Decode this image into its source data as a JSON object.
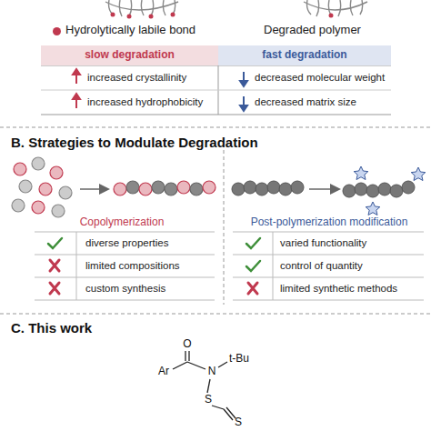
{
  "diagram": {
    "nodes": [
      {
        "text": [
          "slow degradation"
        ]
      },
      {
        "text": [
          "fast degradation"
        ]
      }
    ],
    "labels": [
      "Degraded polymer",
      "increased crystallinity",
      "decreased molecular weight",
      "increased hydrophobicity",
      "decreased matrix size",
      "B. Strategies to Modulate Degradation",
      "Copolymerization",
      "diverse properties",
      "limited compositions",
      "custom synthesis",
      "Post-polymerization modification",
      "varied functionality",
      "control of quantity",
      "limited synthetic methods",
      "C. This work",
      "Ar",
      "O",
      "N",
      "t-Bu",
      "S",
      "S"
    ],
    "legend": [
      {
        "text": "Hydrolytically labile bond",
        "color": "#c0394f"
      }
    ]
  }
}
